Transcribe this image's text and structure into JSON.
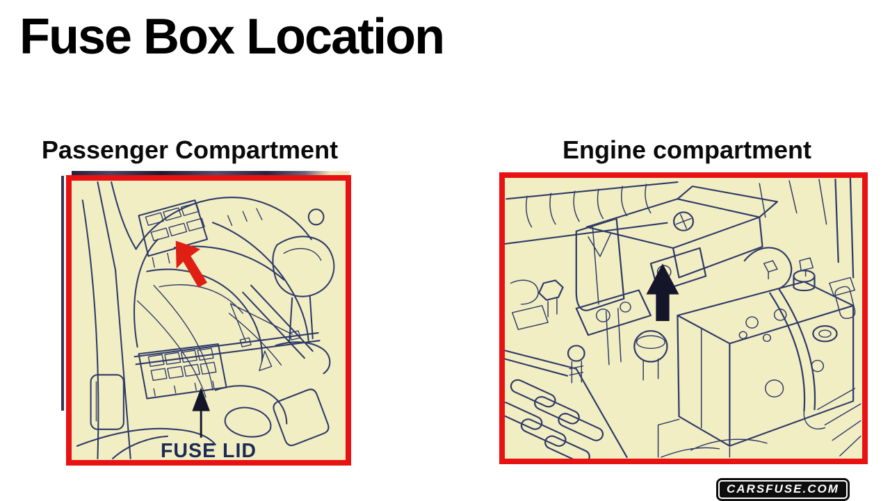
{
  "header": {
    "title": "Fuse Box Location"
  },
  "panels": {
    "passenger": {
      "label": "Passenger Compartment",
      "caption": "FUSE LID"
    },
    "engine": {
      "label": "Engine compartment"
    }
  },
  "watermark": {
    "text": "CARSFUSE.COM"
  },
  "colors": {
    "title_text": "#000000",
    "diagram_background": "#f2eec3",
    "diagram_border": "#e81212",
    "line_art": "#2e3a68",
    "pointer_arrow": "#df1f14",
    "indicator_arrow": "#15152a",
    "caption_text": "#1c2a55",
    "watermark_background": "#0d0d0d",
    "watermark_text": "#ffffff"
  }
}
